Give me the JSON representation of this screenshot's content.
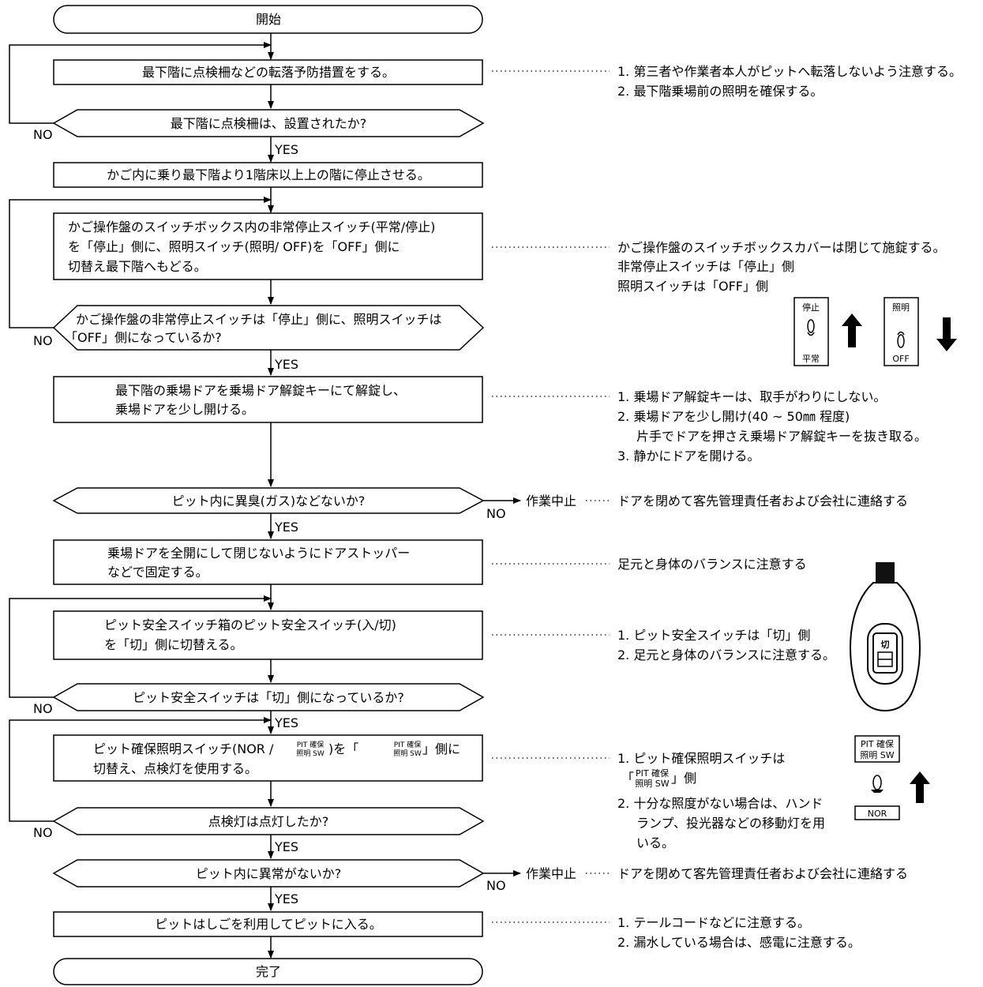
{
  "start": "開始",
  "end": "完了",
  "labels": {
    "yes": "YES",
    "no": "NO",
    "stop": "作業中止"
  },
  "steps": {
    "s1": "最下階に点検柵などの転落予防措置をする。",
    "d1": "最下階に点検柵は、設置されたか?",
    "s2": "かご内に乗り最下階より1階床以上上の階に停止させる。",
    "s3": [
      "かご操作盤のスイッチボックス内の非常停止スイッチ(平常/停止)",
      "を「停止」側に、照明スイッチ(照明/ OFF)を「OFF」側に",
      "切替え最下階へもどる。"
    ],
    "d2": [
      "かご操作盤の非常停止スイッチは「停止」側に、照明スイッチは",
      "「OFF」側になっているか?"
    ],
    "s4": [
      "最下階の乗場ドアを乗場ドア解錠キーにて解錠し、",
      "乗場ドアを少し開ける。"
    ],
    "d3": "ピット内に異臭(ガス)などないか?",
    "s5": [
      "乗場ドアを全開にして閉じないようにドアストッパー",
      "などで固定する。"
    ],
    "s6": [
      "ピット安全スイッチ箱のピット安全スイッチ(入/切)",
      "を「切」側に切替える。"
    ],
    "d4": "ピット安全スイッチは「切」側になっているか?",
    "s7a": "ピット確保照明スイッチ(NOR /",
    "s7b": ")を「",
    "s7c": "」側に",
    "s7d": "切替え、点検灯を使用する。",
    "sw_small_top": "PIT 確保",
    "sw_small_bottom": "照明 SW",
    "d5": "点検灯は点灯したか?",
    "d6": "ピット内に異常がないか?",
    "s8": "ピットはしごを利用してピットに入る。"
  },
  "notes": {
    "n1": [
      "1. 第三者や作業者本人がピットへ転落しないよう注意する。",
      "2. 最下階乗場前の照明を確保する。"
    ],
    "n3": [
      "かご操作盤のスイッチボックスカバーは閉じて施錠する。",
      "非常停止スイッチは「停止」側",
      "照明スイッチは「OFF」側"
    ],
    "n4": [
      "1. 乗場ドア解錠キーは、取手がわりにしない。",
      "2. 乗場ドアを少し開け(40 ~ 50㎜ 程度)",
      "片手でドアを押さえ乗場ドア解錠キーを抜き取る。",
      "3. 静かにドアを開ける。"
    ],
    "n_stop1": "ドアを閉めて客先管理責任者および会社に連絡する",
    "n5": "足元と身体のバランスに注意する",
    "n6": [
      "1. ピット安全スイッチは「切」側",
      "2. 足元と身体のバランスに注意する。"
    ],
    "n7a": "1. ピット確保照明スイッチは",
    "n7b": "「",
    "n7c": "」側",
    "n7d": [
      "2. 十分な照度がない場合は、ハンド",
      "ランプ、投光器などの移動灯を用",
      "いる。"
    ],
    "n_stop2": "ドアを閉めて客先管理責任者および会社に連絡する",
    "n8": [
      "1. テールコードなどに注意する。",
      "2. 漏水している場合は、感電に注意する。"
    ]
  },
  "figures": {
    "sw1_top": "停止",
    "sw1_bottom": "平常",
    "sw2_top": "照明",
    "sw2_bottom": "OFF",
    "pendant_label": "切",
    "pit_top": "PIT 確保",
    "pit_mid": "照明 SW",
    "pit_bottom": "NOR"
  }
}
